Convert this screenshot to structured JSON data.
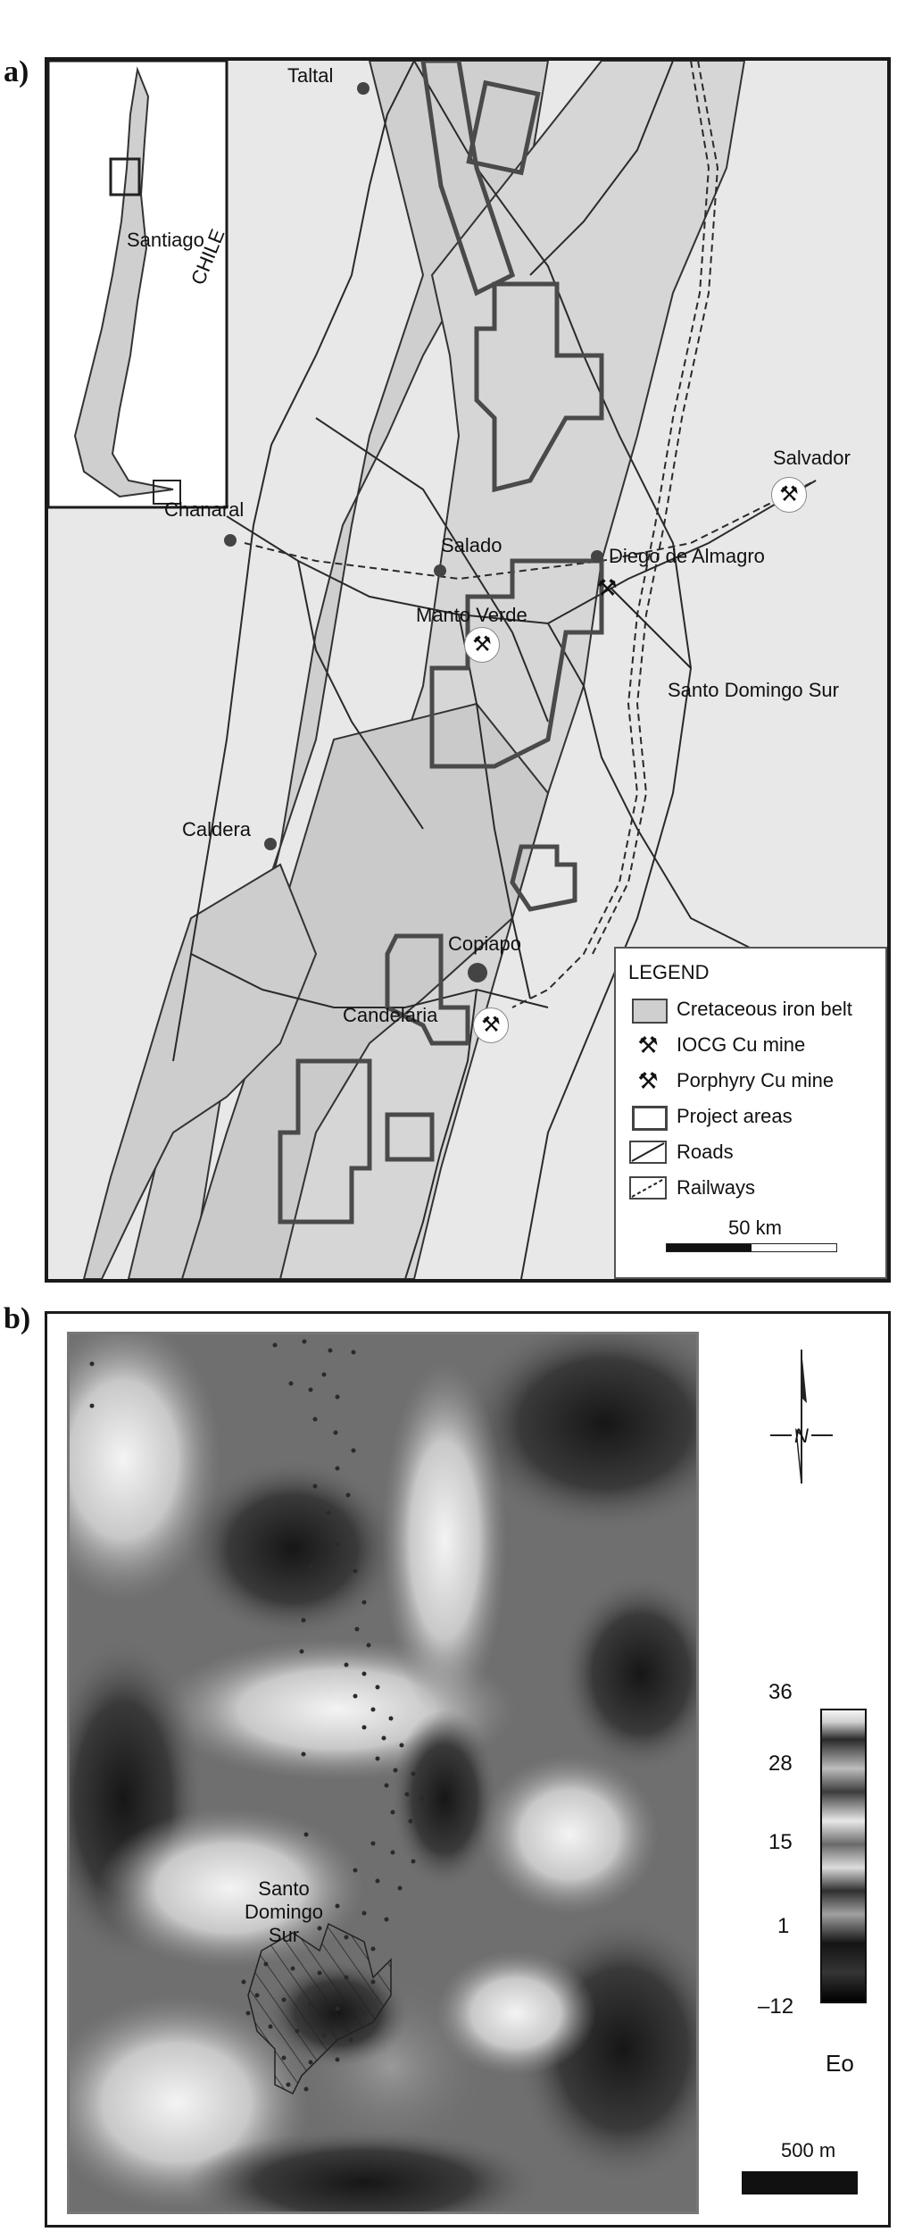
{
  "panel_a": {
    "label": "a)",
    "inset_country": "CHILE",
    "inset_city": "Santiago",
    "places": [
      {
        "name": "Taltal"
      },
      {
        "name": "Chanaral"
      },
      {
        "name": "Salado"
      },
      {
        "name": "Diego de Almagro"
      },
      {
        "name": "Salvador"
      },
      {
        "name": "Manto Verde"
      },
      {
        "name": "Santo Domingo Sur"
      },
      {
        "name": "Caldera"
      },
      {
        "name": "Copiapo"
      },
      {
        "name": "Candelaria"
      }
    ],
    "legend": {
      "title": "LEGEND",
      "items": [
        {
          "label": "Cretaceous iron belt",
          "icon": "gray-fill-swatch-icon"
        },
        {
          "label": "IOCG Cu mine",
          "icon": "crossed-hammers-icon"
        },
        {
          "label": "Porphyry Cu mine",
          "icon": "crossed-hammers-dashed-icon"
        },
        {
          "label": "Project areas",
          "icon": "outline-square-icon"
        },
        {
          "label": "Roads",
          "icon": "solid-line-icon"
        },
        {
          "label": "Railways",
          "icon": "dashed-line-icon"
        }
      ]
    },
    "scale_label": "50 km",
    "colors": {
      "belt": "#d0d0d0",
      "background": "#e8e8e8",
      "project_outline": "#4a4a4a"
    }
  },
  "panel_b": {
    "label": "b)",
    "site_label_lines": [
      "Santo",
      "Domingo",
      "Sur"
    ],
    "colorbar": {
      "ticks": [
        "36",
        "28",
        "15",
        "1",
        "–12"
      ],
      "title": "Eo"
    },
    "scale_label": "500 m",
    "north_icon": "north-arrow-icon"
  }
}
